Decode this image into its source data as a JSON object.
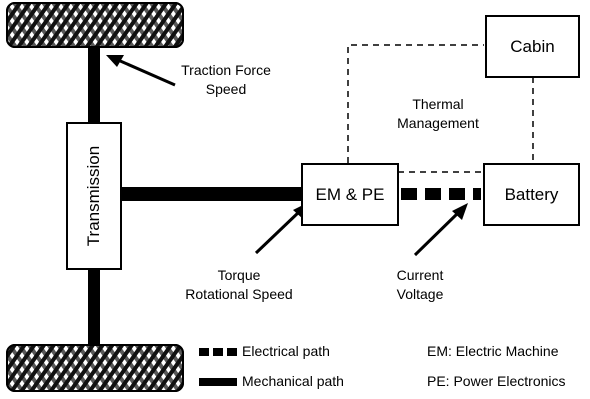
{
  "blocks": {
    "transmission": "Transmission",
    "em_pe": "EM & PE",
    "battery": "Battery",
    "cabin": "Cabin"
  },
  "annotations": {
    "traction": [
      "Traction Force",
      "Speed"
    ],
    "thermal": [
      "Thermal",
      "Management"
    ],
    "torque": [
      "Torque",
      "Rotational Speed"
    ],
    "current": [
      "Current",
      "Voltage"
    ]
  },
  "legend": {
    "electrical": "Electrical path",
    "mechanical": "Mechanical path",
    "em_def": "EM: Electric Machine",
    "pe_def": "PE: Power Electronics"
  },
  "colors": {
    "stroke": "#000000",
    "background": "#ffffff"
  }
}
